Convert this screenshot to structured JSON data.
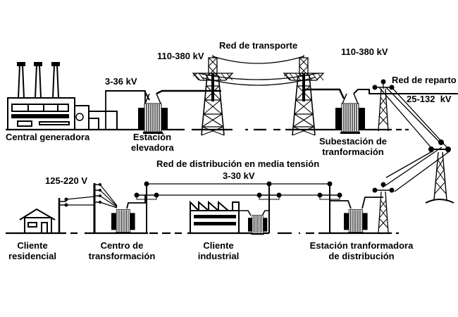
{
  "diagram": {
    "title": "Sistema de suministro eléctrico",
    "colors": {
      "ink": "#000000",
      "background": "#ffffff"
    },
    "nodes": {
      "central_generadora": {
        "label": "Central generadora"
      },
      "estacion_elevadora": {
        "label_line1": "Estación",
        "label_line2": "elevadora"
      },
      "subestacion": {
        "label_line1": "Subestación de",
        "label_line2": "tranformación"
      },
      "estacion_distribucion": {
        "label_line1": "Estación tranformadora",
        "label_line2": "de distribución"
      },
      "cliente_industrial": {
        "label_line1": "Cliente",
        "label_line2": "industrial"
      },
      "centro_transformacion": {
        "label_line1": "Centro de",
        "label_line2": "transformación"
      },
      "cliente_residencial": {
        "label_line1": "Cliente",
        "label_line2": "residencial"
      }
    },
    "networks": {
      "transporte": {
        "label": "Red de transporte"
      },
      "reparto": {
        "label": "Red de reparto"
      },
      "media_tension": {
        "label": "Red de distribución en media tensión"
      }
    },
    "voltages": {
      "generation": "3-36 kV",
      "transport_left": "110-380 kV",
      "transport_right": "110-380 kV",
      "reparto": "25-132  kV",
      "media_tension": "3-30 kV",
      "baja_tension": "125-220 V"
    }
  }
}
